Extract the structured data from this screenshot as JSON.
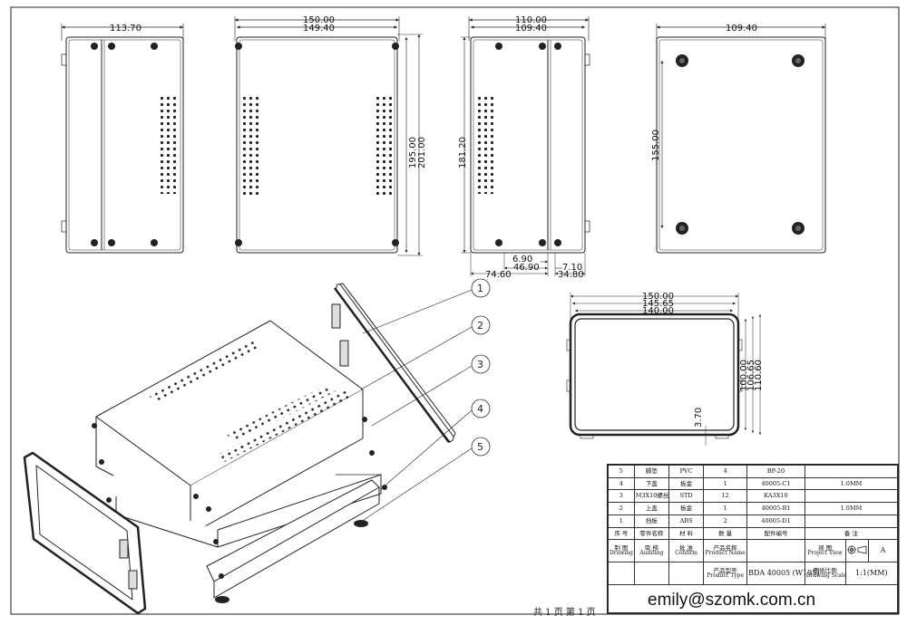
{
  "views": {
    "left_dims": {
      "width": "113.70"
    },
    "front_dims": {
      "outer": "150.00",
      "inner": "149.40",
      "h1": "195.00",
      "h2": "201.00"
    },
    "side_dims": {
      "outer": "110.00",
      "inner": "109.40",
      "h": "181.20",
      "d1": "6.90",
      "d2": "46.90",
      "d3": "74.60",
      "d4": "7.10",
      "d5": "34.80"
    },
    "bottom_dims": {
      "width": "109.40",
      "height": "155.00"
    },
    "panel_dims": {
      "w1": "150.00",
      "w2": "145.65",
      "w3": "140.00",
      "h1": "100.00",
      "h2": "106.65",
      "h3": "110.60",
      "foot": "3.70"
    }
  },
  "bubbles": [
    "1",
    "2",
    "3",
    "4",
    "5"
  ],
  "title_block": {
    "rows": [
      {
        "no": "5",
        "name": "脚垫",
        "material": "PVC",
        "qty": "4",
        "code": "BP-20",
        "note": ""
      },
      {
        "no": "4",
        "name": "下盖",
        "material": "板金",
        "qty": "1",
        "code": "40005-C1",
        "note": "1.0MM"
      },
      {
        "no": "3",
        "name": "M3X10螺丝",
        "material": "STD",
        "qty": "12",
        "code": "KA3X10",
        "note": ""
      },
      {
        "no": "2",
        "name": "上盖",
        "material": "板金",
        "qty": "1",
        "code": "40005-B1",
        "note": "1.0MM"
      },
      {
        "no": "1",
        "name": "挡板",
        "material": "ABS",
        "qty": "2",
        "code": "40005-D1",
        "note": ""
      }
    ],
    "header": {
      "no": "序 号",
      "name": "零件名称",
      "material": "材 料",
      "qty": "数 量",
      "code": "配件编号",
      "note": "备 注"
    },
    "drawing": "制 图",
    "drawing_en": "Drawing",
    "auditing": "审 核",
    "auditing_en": "Auditing",
    "confirm": "批 准",
    "confirm_en": "Confirm",
    "product_name": "产品名称",
    "product_name_en": "Product Name",
    "project_view": "视 图",
    "project_view_en": "Project View",
    "revision": "A",
    "product_type": "产品型号",
    "product_type_en": "Product Type",
    "product_type_value": "BDA 40005 (W195)",
    "scale_label": "图纸比例",
    "scale_label_en": "Drawing Scale",
    "scale_value": "1:1(MM)"
  },
  "page_label": "共 1 页  第 1 页",
  "email": "emily@szomk.com.cn"
}
